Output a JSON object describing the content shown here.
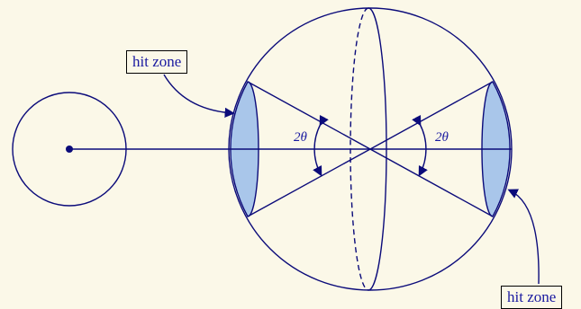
{
  "labels": {
    "hit_zone_left": "hit zone",
    "hit_zone_right": "hit zone",
    "angle_left": "2θ",
    "angle_right": "2θ"
  },
  "colors": {
    "stroke": "#0b0b7a",
    "zone_fill": "#a9c6ea",
    "background": "#fbf8e8",
    "label_text": "#1a1aa0"
  }
}
